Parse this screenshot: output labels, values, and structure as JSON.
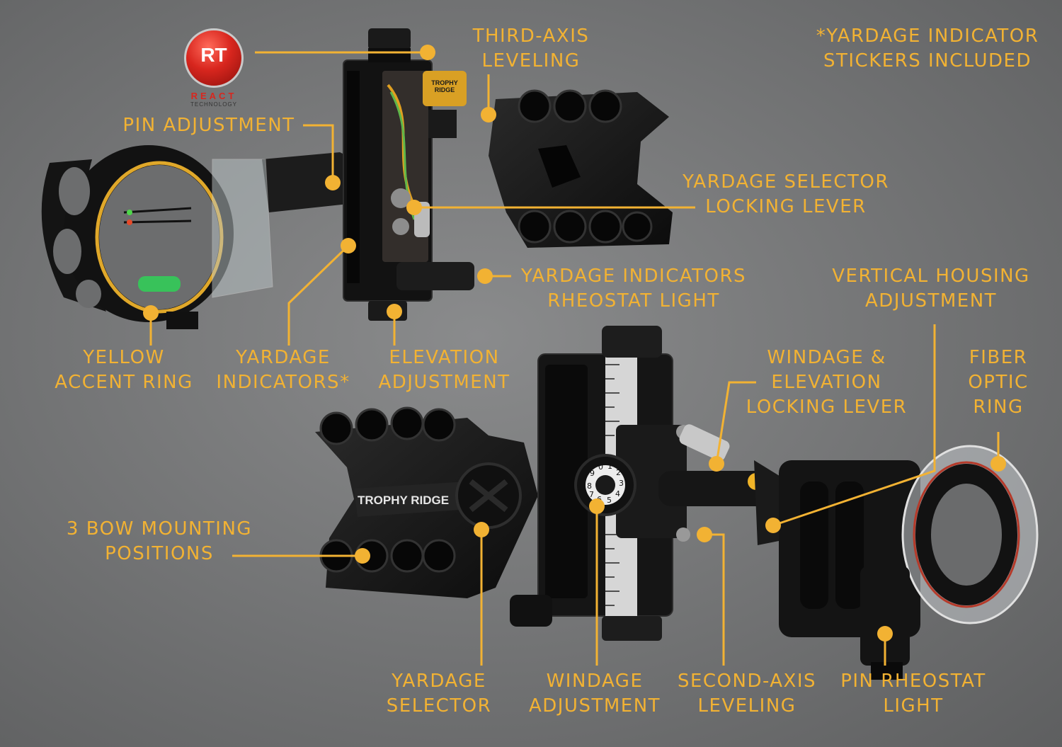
{
  "badge": {
    "logo_text": "RT",
    "logo_subtitle": "REACT",
    "logo_subtitle_small": "TECHNOLOGY",
    "brand_color": "#d8261e"
  },
  "product": {
    "brand_plate_upper": "TROPHY RIDGE",
    "brand_plate_lower": "TROPHY RIDGE",
    "dial_numbers": [
      "8",
      "9",
      "0",
      "1",
      "2",
      "3",
      "4",
      "5",
      "6",
      "7"
    ]
  },
  "labels": {
    "third_axis": [
      "THIRD-AXIS",
      "LEVELING"
    ],
    "stickers_note": [
      "*YARDAGE INDICATOR",
      "STICKERS INCLUDED"
    ],
    "pin_adjustment": [
      "PIN ADJUSTMENT"
    ],
    "yardage_selector_lever": [
      "YARDAGE SELECTOR",
      "LOCKING LEVER"
    ],
    "yardage_indicators_light": [
      "YARDAGE INDICATORS",
      "RHEOSTAT LIGHT"
    ],
    "vertical_housing": [
      "VERTICAL HOUSING",
      "ADJUSTMENT"
    ],
    "yellow_ring": [
      "YELLOW",
      "ACCENT RING"
    ],
    "yardage_indicators": [
      "YARDAGE",
      "INDICATORS*"
    ],
    "elevation": [
      "ELEVATION",
      "ADJUSTMENT"
    ],
    "windage_elevation_lever": [
      "WINDAGE &",
      "ELEVATION",
      "LOCKING LEVER"
    ],
    "fiber_optic": [
      "FIBER",
      "OPTIC",
      "RING"
    ],
    "bow_mounting": [
      "3 BOW MOUNTING",
      "POSITIONS"
    ],
    "yardage_selector": [
      "YARDAGE",
      "SELECTOR"
    ],
    "windage": [
      "WINDAGE",
      "ADJUSTMENT"
    ],
    "second_axis": [
      "SECOND-AXIS",
      "LEVELING"
    ],
    "pin_rheostat": [
      "PIN RHEOSTAT",
      "LIGHT"
    ]
  },
  "colors": {
    "accent": "#f2b233",
    "background": "#727374",
    "metal": "#141414"
  }
}
